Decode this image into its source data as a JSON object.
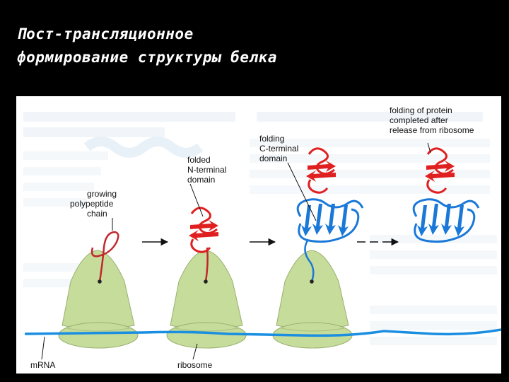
{
  "title": {
    "line1": "Пост-трансляционное",
    "line2": "формирование структуры белка"
  },
  "labels": {
    "growing_chain": [
      "growing",
      "polypeptide",
      "chain"
    ],
    "folded_n_terminal": [
      "folded",
      "N-terminal",
      "domain"
    ],
    "folding_c_terminal": [
      "folding",
      "C-terminal",
      "domain"
    ],
    "folding_after_release": [
      "folding of protein",
      "completed after",
      "release from ribosome"
    ],
    "mrna": "mRNA",
    "ribosome": "ribosome"
  },
  "colors": {
    "background": "#000000",
    "ribosome": "#c6dc9a",
    "ribosome_outline": "#8aa060",
    "n_domain": "#e02020",
    "c_domain": "#1a78d8",
    "mrna": "#1a8ee0",
    "watermark": "#eaf2fa"
  },
  "icons": [
    "ribosome-shape",
    "arrow-right"
  ]
}
